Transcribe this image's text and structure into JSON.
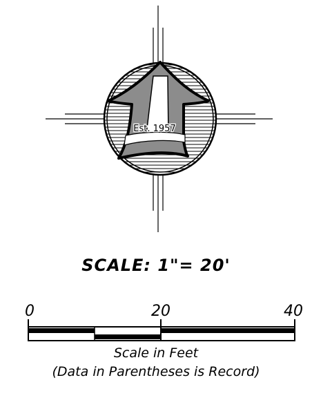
{
  "logo": {
    "text": "Est. 1957"
  },
  "scale": {
    "title": "SCALE: 1\"= 20'",
    "ticks": [
      "0",
      "20",
      "40"
    ],
    "caption": "Scale in Feet",
    "note": "(Data in Parentheses is Record)"
  }
}
